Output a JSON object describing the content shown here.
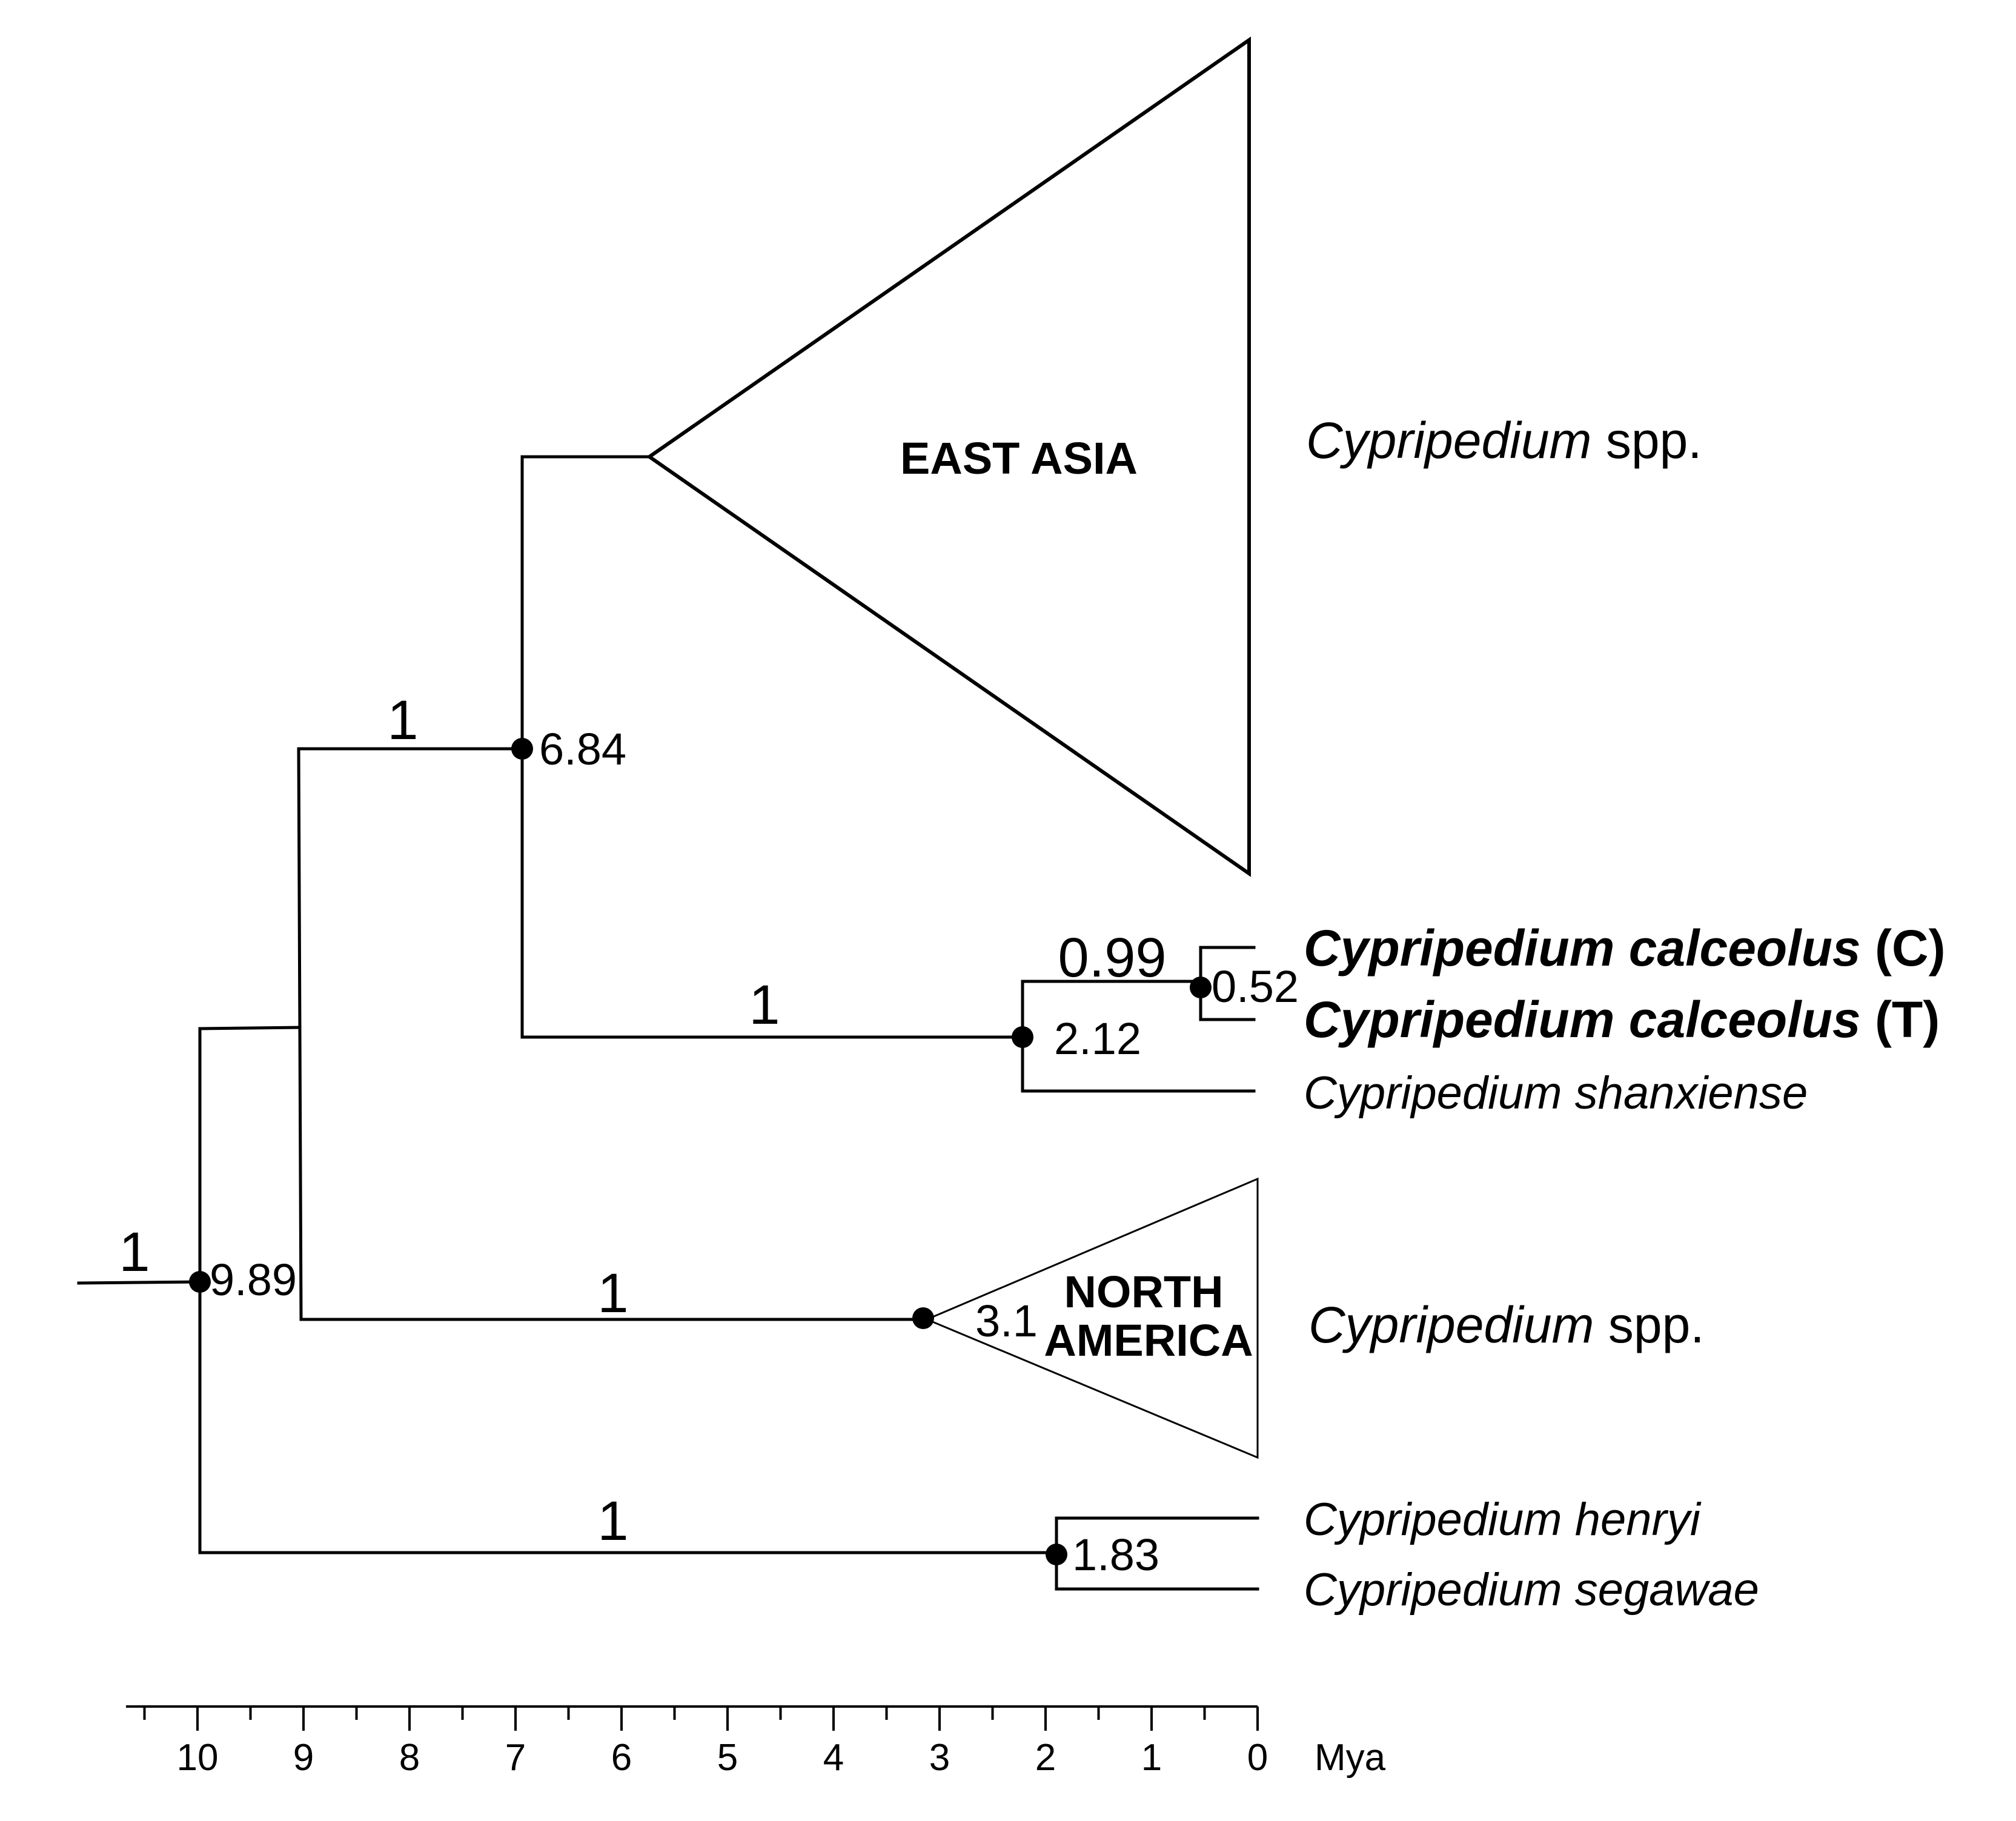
{
  "tree": {
    "clades": [
      {
        "id": "east-asia",
        "label": "EAST ASIA",
        "taxon": "Cypripedium",
        "taxon_suffix": " spp."
      },
      {
        "id": "north-america",
        "label_line1": "NORTH",
        "label_line2": "AMERICA",
        "taxon": "Cypripedium",
        "taxon_suffix": " spp.",
        "node_age": "3.1"
      }
    ],
    "tips": [
      {
        "id": "calceolus-c",
        "genus_species": "Cypripedium calceolus",
        "suffix": " (C)",
        "bold": true
      },
      {
        "id": "calceolus-t",
        "genus_species": "Cypripedium calceolus",
        "suffix": " (T)",
        "bold": true
      },
      {
        "id": "shanxiense",
        "name": "Cypripedium shanxiense",
        "bold": false
      },
      {
        "id": "henryi",
        "name": "Cypripedium henryi",
        "bold": false
      },
      {
        "id": "segawae",
        "name": "Cypripedium segawae",
        "bold": false
      }
    ],
    "node_ages": {
      "root": "9.89",
      "eastasia_split": "6.84",
      "calceolus_shanxiense": "2.12",
      "calceolus_pair": "0.52",
      "henryi_segawae": "1.83"
    },
    "posteriors": {
      "stem": "1",
      "eastasia_stem": "1",
      "calceolus_stem": "1",
      "calceolus_pair": "0.99",
      "northamerica_stem": "1",
      "henryi_stem": "1"
    }
  },
  "axis": {
    "unit": "Mya",
    "ticks": [
      10,
      9,
      8,
      7,
      6,
      5,
      4,
      3,
      2,
      1,
      0
    ]
  }
}
